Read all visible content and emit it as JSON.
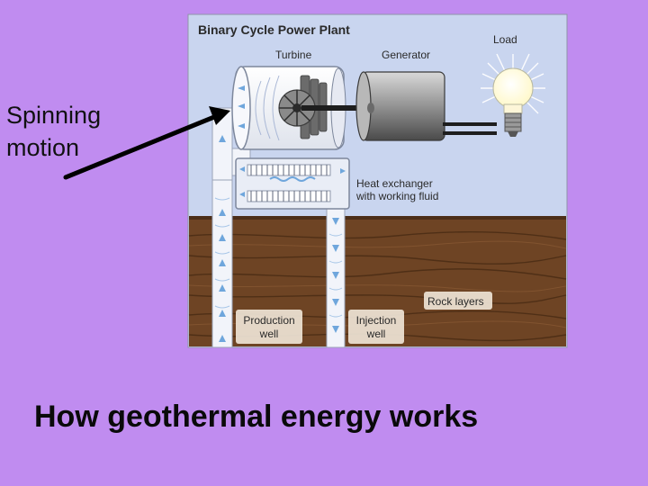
{
  "annotation": {
    "line1": "Spinning",
    "line2": "motion"
  },
  "caption": "How geothermal energy works",
  "diagram": {
    "title": "Binary Cycle Power Plant",
    "turbine": "Turbine",
    "generator": "Generator",
    "load": "Load",
    "heat_exchanger_1": "Heat exchanger",
    "heat_exchanger_2": "with working fluid",
    "rock_layers": "Rock layers",
    "production_1": "Production",
    "production_2": "well",
    "injection_1": "Injection",
    "injection_2": "well"
  },
  "colors": {
    "background": "#c08cf0",
    "panel_sky": "#c9d5ef",
    "soil": "#6e4424",
    "pipe": "#f2f4fa",
    "fluid": "#6fa6dc"
  },
  "icons": [
    "turbine-icon",
    "generator-icon",
    "light-bulb-icon",
    "pointer-arrow-icon"
  ]
}
